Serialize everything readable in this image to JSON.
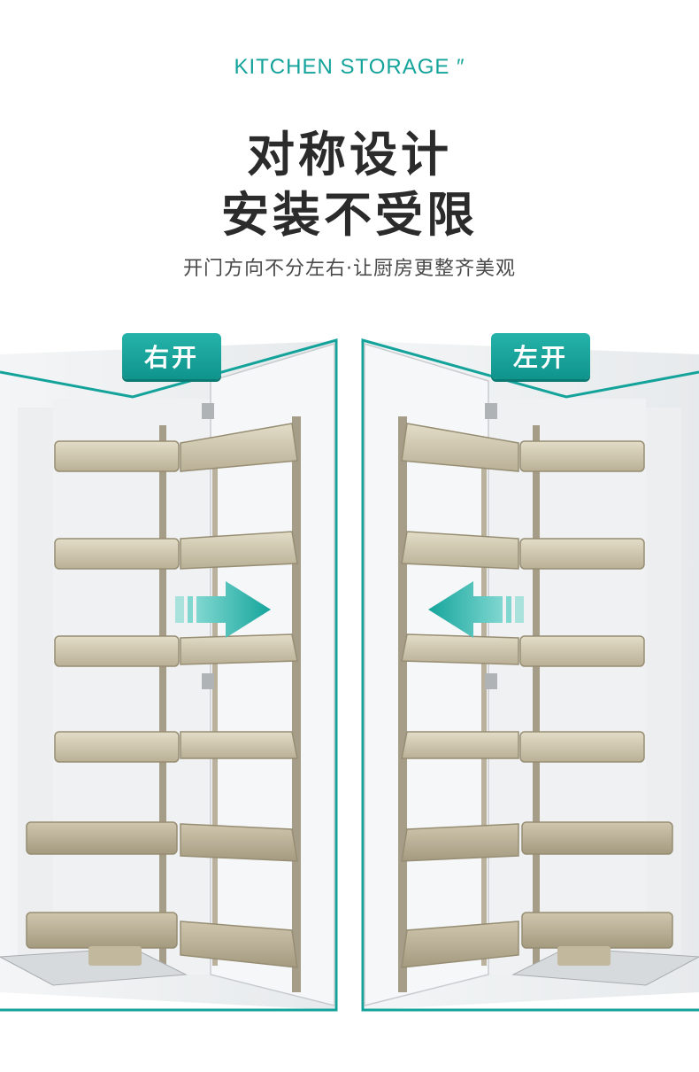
{
  "header": {
    "kicker": "KITCHEN STORAGE ″",
    "title_line1": "对称设计",
    "title_line2": "安装不受限",
    "subtitle": "开门方向不分左右·让厨房更整齐美观"
  },
  "panels": {
    "right_open_label": "右开",
    "left_open_label": "左开"
  },
  "colors": {
    "accent": "#14a39b",
    "title": "#2b2b2b",
    "basket": "#c8bfa6",
    "frame": "#9a9282"
  },
  "icons": {
    "arrow_right": "arrow-right-icon",
    "arrow_left": "arrow-left-icon"
  }
}
